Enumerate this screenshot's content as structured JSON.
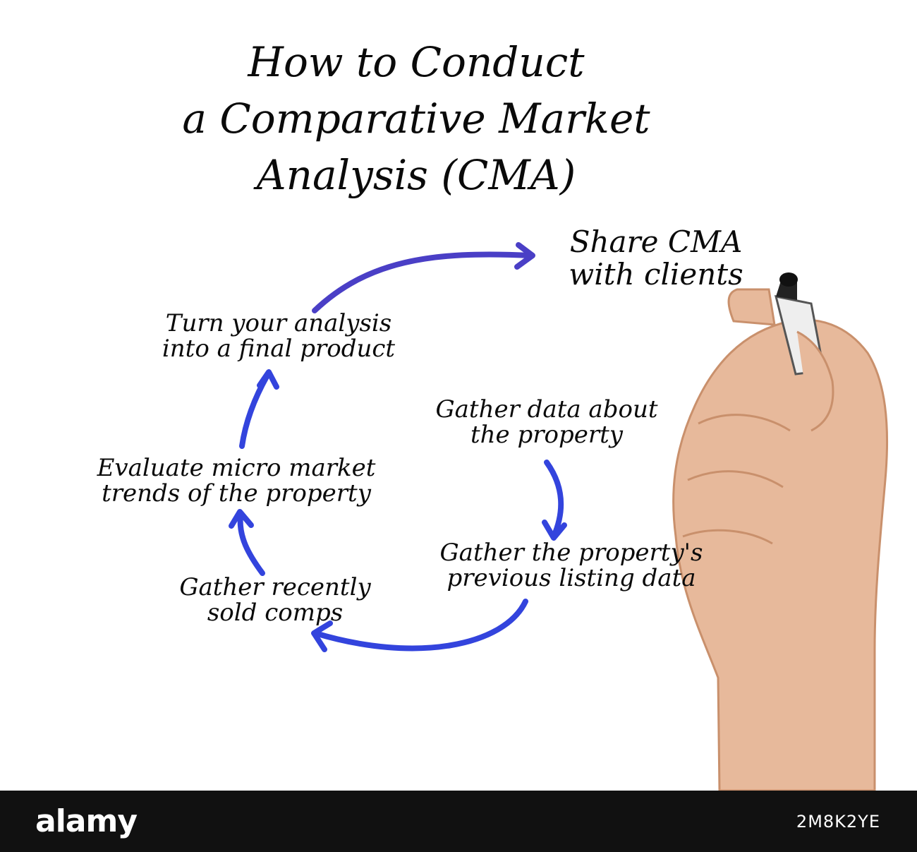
{
  "title": {
    "line1": "How to Conduct",
    "line2": "a Comparative Market",
    "line3": "Analysis (CMA)"
  },
  "steps": {
    "share": {
      "line1": "Share CMA",
      "line2": "with clients"
    },
    "turn": {
      "line1": "Turn your analysis",
      "line2": "into a final product"
    },
    "gather_data": {
      "line1": "Gather data about",
      "line2": "the property"
    },
    "evaluate": {
      "line1": "Evaluate micro market",
      "line2": "trends of the property"
    },
    "previous": {
      "line1": "Gather the property's",
      "line2": "previous listing data"
    },
    "sold": {
      "line1": "Gather recently",
      "line2": "sold comps"
    }
  },
  "colors": {
    "arrow_top": "#4a3fc6",
    "arrow": "#3344dd",
    "text": "#0a0a0a",
    "footer": "#111111"
  },
  "footer": {
    "brand": "alamy",
    "image_code": "2M8K2YE"
  }
}
